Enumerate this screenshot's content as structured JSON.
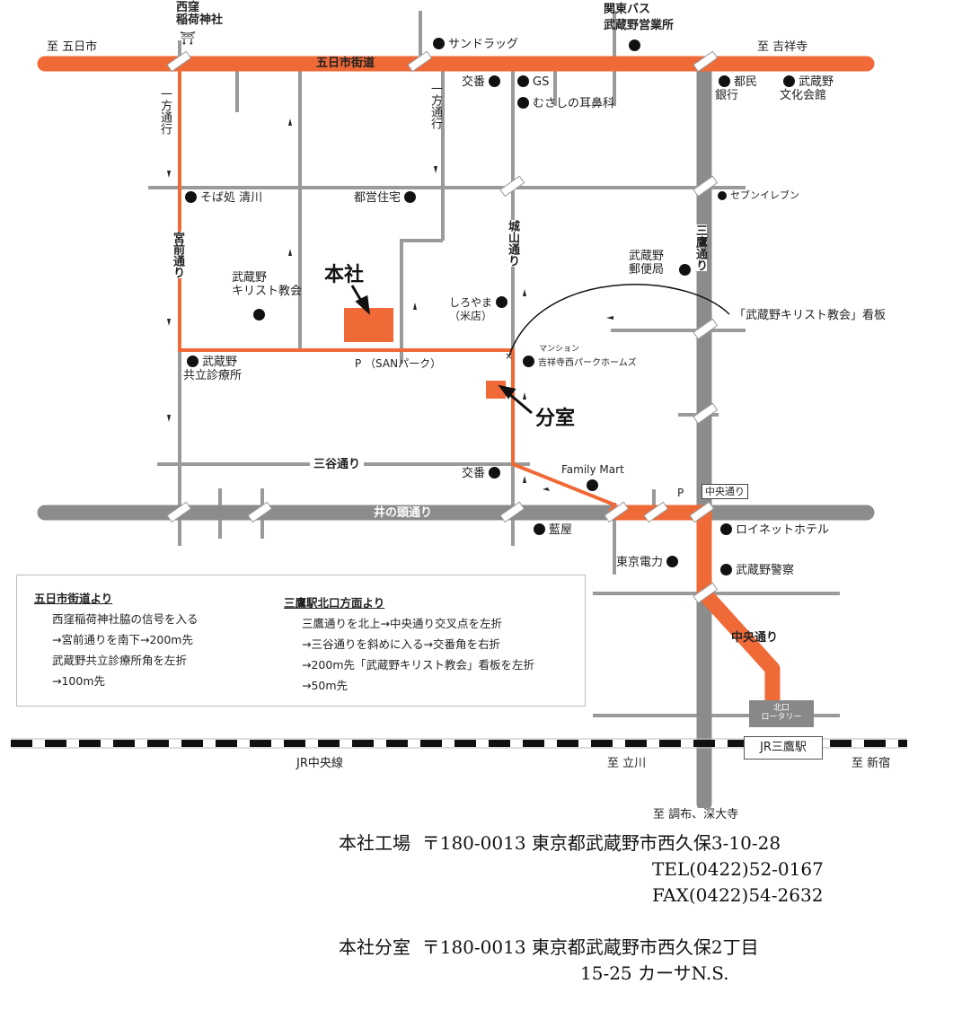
{
  "colors": {
    "primary_route": "#ef6a37",
    "road": "#8c8c8c",
    "minor_road": "#9a9a9a"
  },
  "directions": {
    "gokaichi": "至 五日市",
    "kichijoji": "至 吉祥寺",
    "tachikawa": "至 立川",
    "shinjuku": "至 新宿",
    "chofu": "至 調布、深大寺"
  },
  "roads": {
    "itsukaichi": "五日市街道",
    "inokashira": "井の頭通り",
    "mitaka": "三鷹通り",
    "shiroyama": "城山通り",
    "miyamae": "宮前通り",
    "sanya": "三谷通り",
    "chuo": "中央通り",
    "chuo_tag": "中央通り",
    "oneway": "一方通行",
    "jr_line": "JR中央線"
  },
  "landmarks": {
    "shrine": "西窪\n稲荷神社",
    "shrine_symbol": "⛩",
    "bus": "関東バス\n武蔵野営業所",
    "sundrug": "サンドラッグ",
    "koban1": "交番",
    "gs": "GS",
    "ent": "むさしの耳鼻科",
    "tomin": "都民\n銀行",
    "bunka": "武蔵野\n文化会館",
    "soba": "そば処 清川",
    "toei": "都営住宅",
    "seven": "セブンイレブン",
    "post": "武蔵野\n郵便局",
    "church": "武蔵野\nキリスト教会",
    "shiroyama": "しろやま\n（米店）",
    "signboard": "「武蔵野キリスト教会」看板",
    "mansion": "マンション",
    "homes": "吉祥寺西パークホームズ",
    "clinic": "武蔵野\n共立診療所",
    "parking": "P （SANパーク）",
    "koban2": "交番",
    "familymart": "Family Mart",
    "p2": "P",
    "aiya": "藍屋",
    "roynet": "ロイネットホテル",
    "tepco": "東京電力",
    "police": "武蔵野警察",
    "rotary": "北口\nロータリー",
    "station": "JR三鷹駅"
  },
  "places": {
    "honsha": "本社",
    "bunshitsu": "分室"
  },
  "legend": {
    "left_title": "五日市街道より",
    "left_lines": [
      "西窪稲荷神社脇の信号を入る",
      "→宮前通りを南下→200m先",
      "武蔵野共立診療所角を左折",
      "→100m先"
    ],
    "right_title": "三鷹駅北口方面より",
    "right_lines": [
      "三鷹通りを北上→中央通り交叉点を左折",
      "→三谷通りを斜めに入る→交番角を右折",
      "→200m先「武蔵野キリスト教会」看板を左折",
      "→50m先"
    ]
  },
  "address": {
    "factory_label": "本社工場",
    "factory_addr": "〒180-0013 東京都武蔵野市西久保3-10-28",
    "tel": "TEL(0422)52-0167",
    "fax": "FAX(0422)54-2632",
    "branch_label": "本社分室",
    "branch_addr": "〒180-0013 東京都武蔵野市西久保2丁目",
    "branch_addr2": "15-25 カーサN.S."
  }
}
